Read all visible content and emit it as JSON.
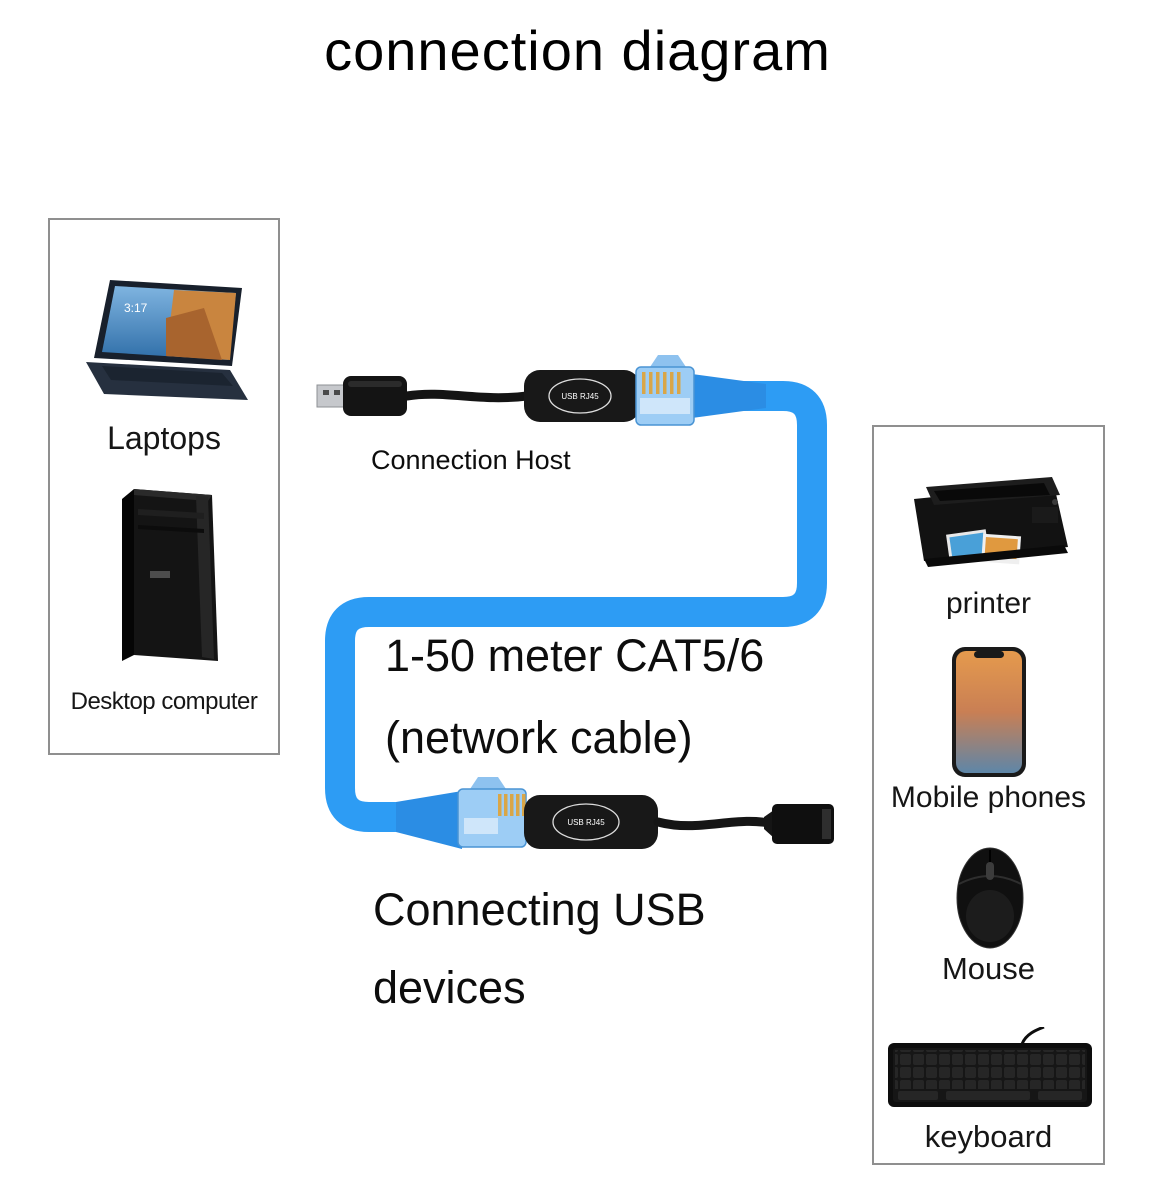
{
  "title": "connection diagram",
  "left_panel": {
    "items": [
      {
        "id": "laptop",
        "label": "Laptops"
      },
      {
        "id": "desktop",
        "label": "Desktop computer"
      }
    ],
    "laptop_screen_time": "3:17"
  },
  "right_panel": {
    "items": [
      {
        "id": "printer",
        "label": "printer"
      },
      {
        "id": "mobile-phone",
        "label": "Mobile phones"
      },
      {
        "id": "mouse",
        "label": "Mouse"
      },
      {
        "id": "keyboard",
        "label": "keyboard"
      }
    ]
  },
  "diagram": {
    "host_label": "Connection Host",
    "cable_line1": "1-50 meter CAT5/6",
    "cable_line2": "(network cable)",
    "devices_line1": "Connecting USB",
    "devices_line2": "devices",
    "adapter_stamp_top": "USB RJ45",
    "adapter_stamp_bottom": "USB RJ45"
  },
  "colors": {
    "cable": "#2d9cf4",
    "connector-boot": "#2b8de4",
    "connector-head": "#9dcdf5",
    "panel-border": "#8f8f8f"
  }
}
